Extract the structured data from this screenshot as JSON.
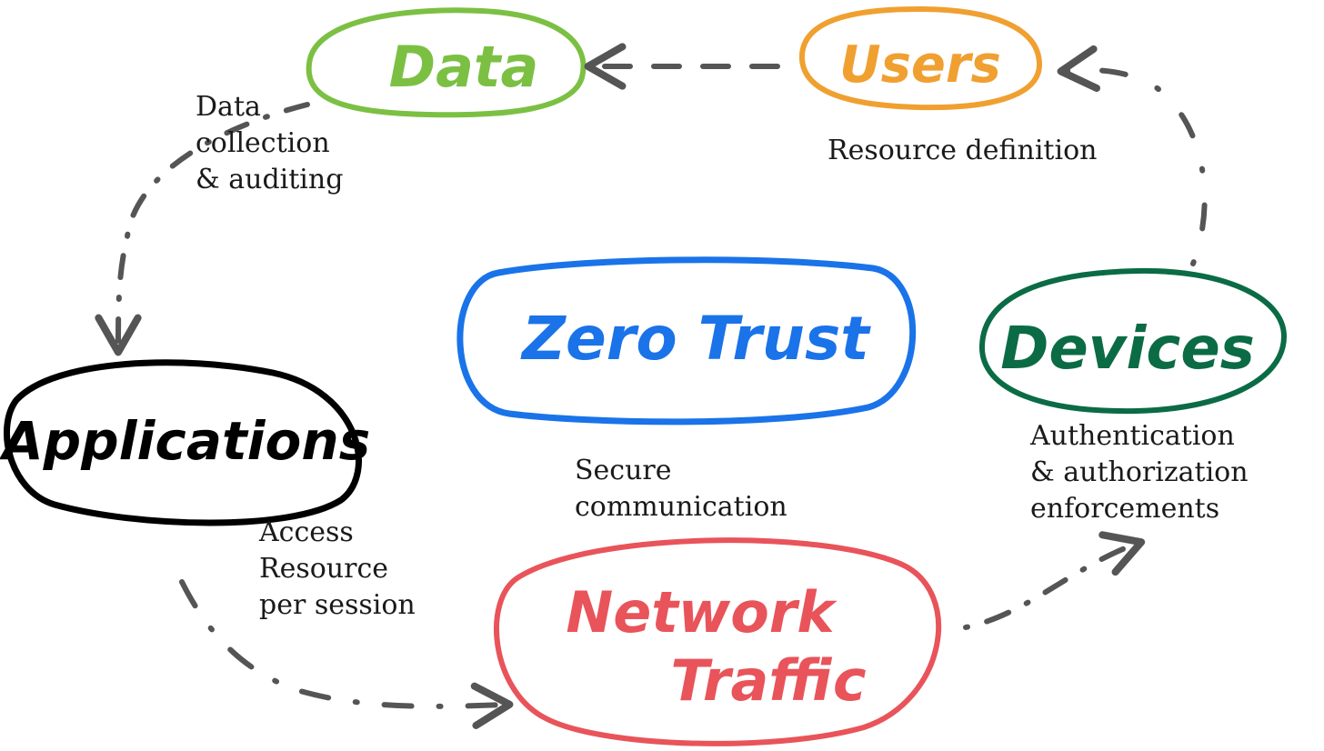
{
  "nodes": {
    "data": {
      "label": "Data",
      "color": "#7bc043"
    },
    "users": {
      "label": "Users",
      "color": "#f0a030"
    },
    "zero_trust": {
      "label": "Zero Trust",
      "color": "#1a73e8"
    },
    "devices": {
      "label": "Devices",
      "color": "#0b6b45"
    },
    "applications": {
      "label": "Applications",
      "color": "#000000"
    },
    "network_traffic": {
      "label_line1": "Network",
      "label_line2": "Traffic",
      "color": "#e8545a"
    }
  },
  "captions": {
    "data_collection": [
      "Data",
      "collection",
      "& auditing"
    ],
    "resource_definition": [
      "Resource definition"
    ],
    "secure_communication": [
      "Secure",
      "communication"
    ],
    "authentication": [
      "Authentication",
      "& authorization",
      "enforcements"
    ],
    "access_resource": [
      "Access",
      "Resource",
      "per session"
    ]
  },
  "arrow_color": "#555555"
}
